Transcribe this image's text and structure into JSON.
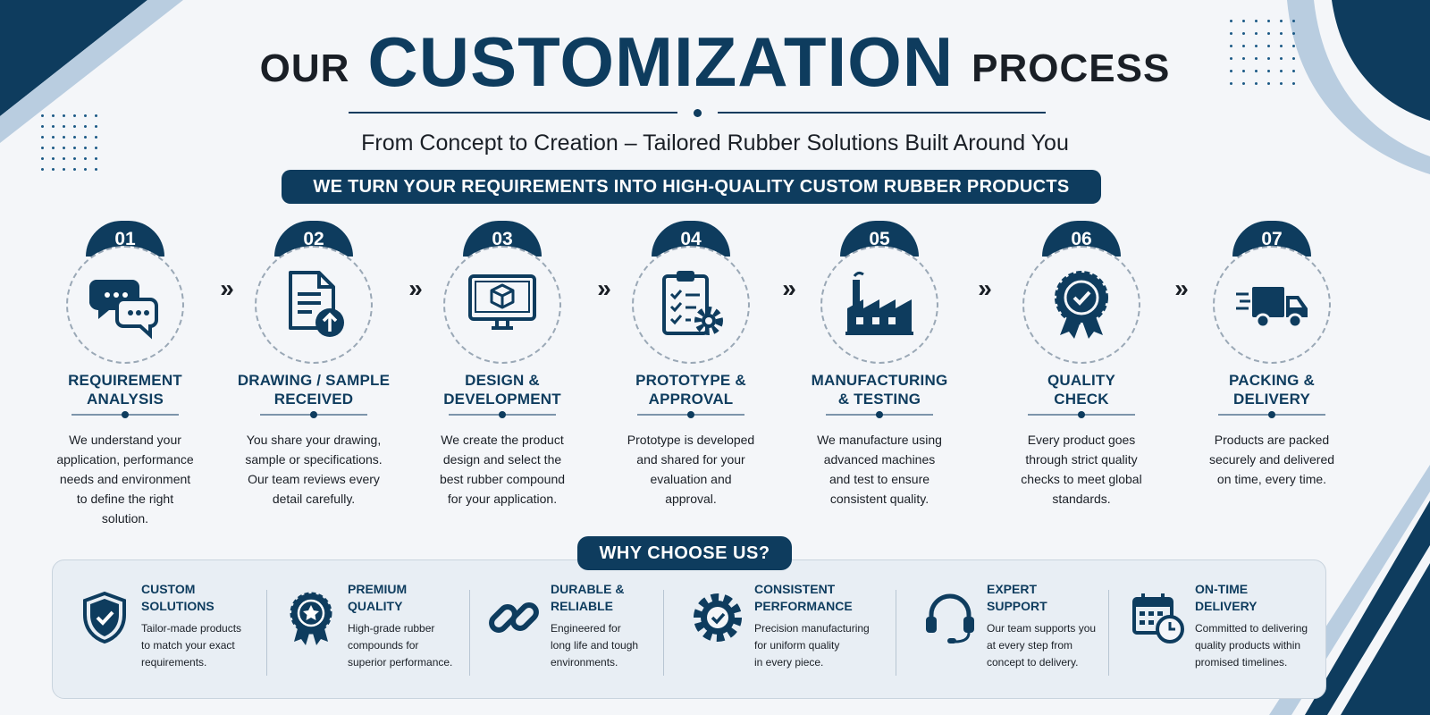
{
  "header": {
    "title_left": "OUR",
    "title_main": "CUSTOMIZATION",
    "title_right": "PROCESS",
    "subtitle": "From Concept to Creation – Tailored Rubber Solutions Built Around You",
    "banner": "WE TURN YOUR REQUIREMENTS INTO HIGH-QUALITY CUSTOM RUBBER PRODUCTS"
  },
  "steps": [
    {
      "num": "01",
      "title_l1": "REQUIREMENT",
      "title_l2": "ANALYSIS",
      "icon": "chat-bubbles-icon",
      "desc": [
        "We understand your",
        "application, performance",
        "needs and environment",
        "to define the right",
        "solution."
      ]
    },
    {
      "num": "02",
      "title_l1": "DRAWING / SAMPLE",
      "title_l2": "RECEIVED",
      "icon": "document-upload-icon",
      "desc": [
        "You share your drawing,",
        "sample or specifications.",
        "Our team reviews every",
        "detail carefully.",
        ""
      ]
    },
    {
      "num": "03",
      "title_l1": "DESIGN &",
      "title_l2": "DEVELOPMENT",
      "icon": "monitor-cube-icon",
      "desc": [
        "We create the product",
        "design and select the",
        "best rubber compound",
        "for your application.",
        ""
      ]
    },
    {
      "num": "04",
      "title_l1": "PROTOTYPE &",
      "title_l2": "APPROVAL",
      "icon": "clipboard-gear-icon",
      "desc": [
        "Prototype is developed",
        "and shared for your",
        "evaluation and",
        "approval.",
        ""
      ]
    },
    {
      "num": "05",
      "title_l1": "MANUFACTURING",
      "title_l2": "& TESTING",
      "icon": "factory-icon",
      "desc": [
        "We manufacture using",
        "advanced machines",
        "and test to ensure",
        "consistent quality.",
        ""
      ]
    },
    {
      "num": "06",
      "title_l1": "QUALITY",
      "title_l2": "CHECK",
      "icon": "quality-badge-icon",
      "desc": [
        "Every product goes",
        "through strict quality",
        "checks to meet global",
        "standards.",
        ""
      ]
    },
    {
      "num": "07",
      "title_l1": "PACKING &",
      "title_l2": "DELIVERY",
      "icon": "delivery-truck-icon",
      "desc": [
        "Products are packed",
        "securely and delivered",
        "on time, every time.",
        "",
        ""
      ]
    }
  ],
  "why": {
    "heading": "WHY CHOOSE US?",
    "features": [
      {
        "title_l1": "CUSTOM",
        "title_l2": "SOLUTIONS",
        "icon": "shield-check-icon",
        "desc": [
          "Tailor-made products",
          "to match your exact",
          "requirements."
        ]
      },
      {
        "title_l1": "PREMIUM",
        "title_l2": "QUALITY",
        "icon": "star-medal-icon",
        "desc": [
          "High-grade rubber",
          "compounds for",
          "superior performance."
        ]
      },
      {
        "title_l1": "DURABLE &",
        "title_l2": "RELIABLE",
        "icon": "chain-link-icon",
        "desc": [
          "Engineered for",
          "long life and tough",
          "environments."
        ]
      },
      {
        "title_l1": "CONSISTENT",
        "title_l2": "PERFORMANCE",
        "icon": "gear-check-icon",
        "desc": [
          "Precision manufacturing",
          "for uniform quality",
          "in every piece."
        ]
      },
      {
        "title_l1": "EXPERT",
        "title_l2": "SUPPORT",
        "icon": "headset-icon",
        "desc": [
          "Our team supports you",
          "at every step from",
          "concept to delivery."
        ]
      },
      {
        "title_l1": "ON-TIME",
        "title_l2": "DELIVERY",
        "icon": "calendar-clock-icon",
        "desc": [
          "Committed to delivering",
          "quality products within",
          "promised timelines."
        ]
      }
    ]
  },
  "colors": {
    "brand": "#0e3c5e",
    "accent_light": "#b9cde0",
    "background": "#f4f6f9"
  }
}
